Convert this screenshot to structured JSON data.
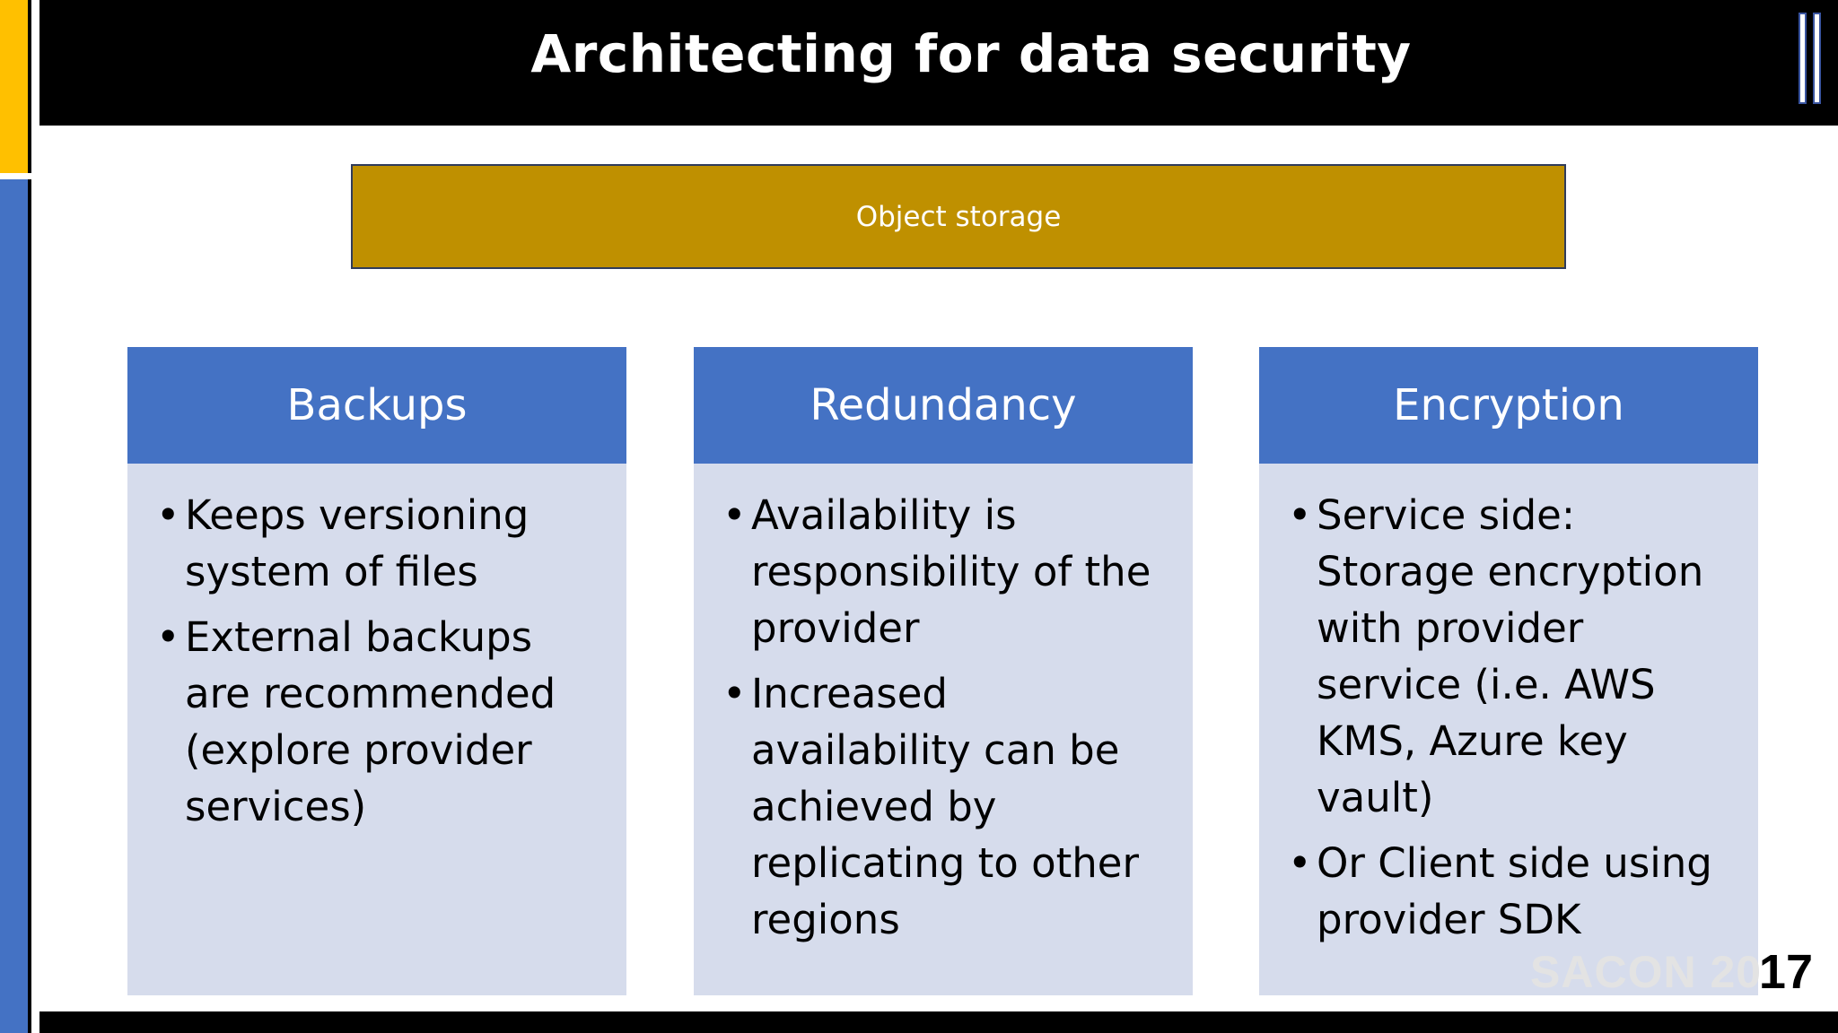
{
  "slide": {
    "title": "Architecting for data security",
    "top_box": "Object storage",
    "columns": [
      {
        "header": "Backups",
        "bullets": [
          "Keeps versioning system of files",
          "External backups are recommended (explore provider services)"
        ]
      },
      {
        "header": "Redundancy",
        "bullets": [
          "Availability is responsibility of the provider",
          "Increased availability can be achieved by replicating to other regions"
        ]
      },
      {
        "header": "Encryption",
        "bullets": [
          "Service side: Storage encryption with provider service (i.e. AWS KMS, Azure key vault)",
          "Or Client side using provider SDK"
        ]
      }
    ],
    "watermark": "SACON 20",
    "slide_number": "17"
  },
  "colors": {
    "title_band": "#000000",
    "accent_yellow": "#ffc000",
    "accent_blue": "#4472c4",
    "top_box": "#bf9000",
    "column_header": "#4472c4",
    "column_body": "#d6dcec"
  },
  "icons": {
    "logo": "vertical-bars-logo"
  }
}
